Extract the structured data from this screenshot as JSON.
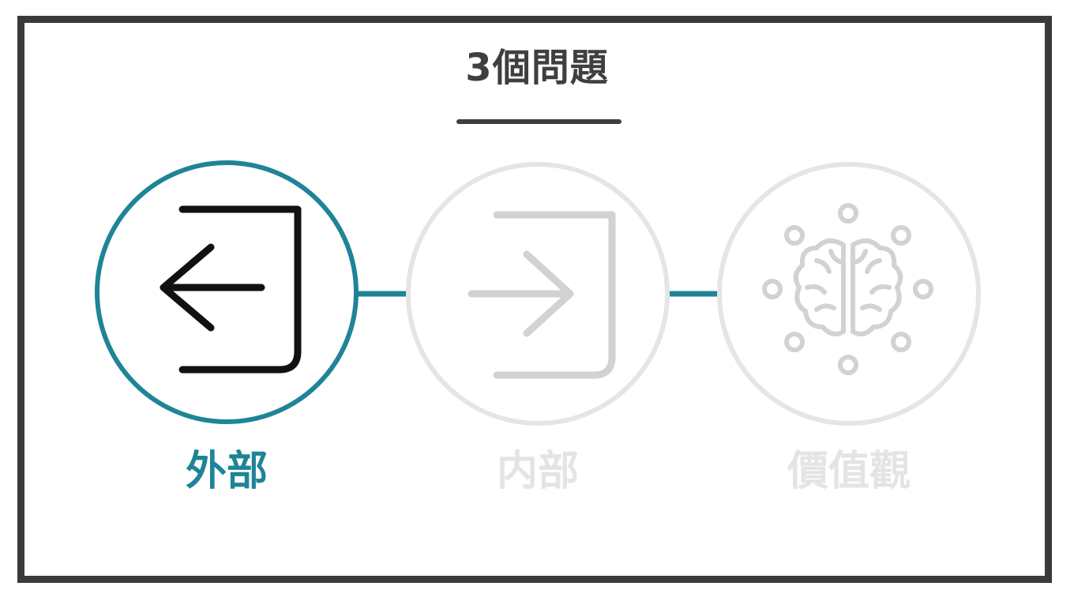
{
  "title": "3個問題",
  "colors": {
    "accent": "#1f8497",
    "frame": "#3a3a3a",
    "title_text": "#3f3f3f",
    "inactive_circle": "#e5e5e5",
    "inactive_icon": "#d2d2d2",
    "inactive_label": "#e4e4e4",
    "active_icon": "#111111"
  },
  "steps": [
    {
      "label": "外部",
      "icon": "exit-arrow-left-icon",
      "state": "active"
    },
    {
      "label": "内部",
      "icon": "enter-arrow-right-icon",
      "state": "inactive"
    },
    {
      "label": "價值觀",
      "icon": "brain-icon",
      "state": "inactive"
    }
  ]
}
